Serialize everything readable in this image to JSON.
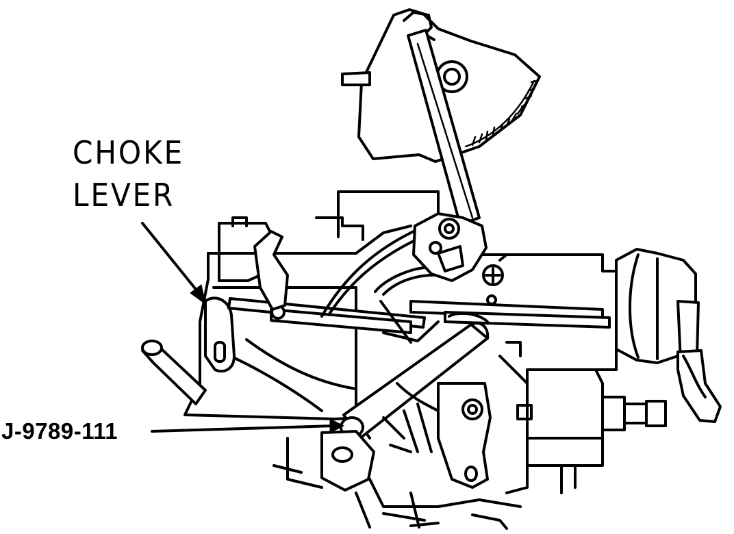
{
  "labels": {
    "choke_lever_line1": "CHOKE",
    "choke_lever_line2": "LEVER",
    "tool_number": "J-9789-111"
  }
}
